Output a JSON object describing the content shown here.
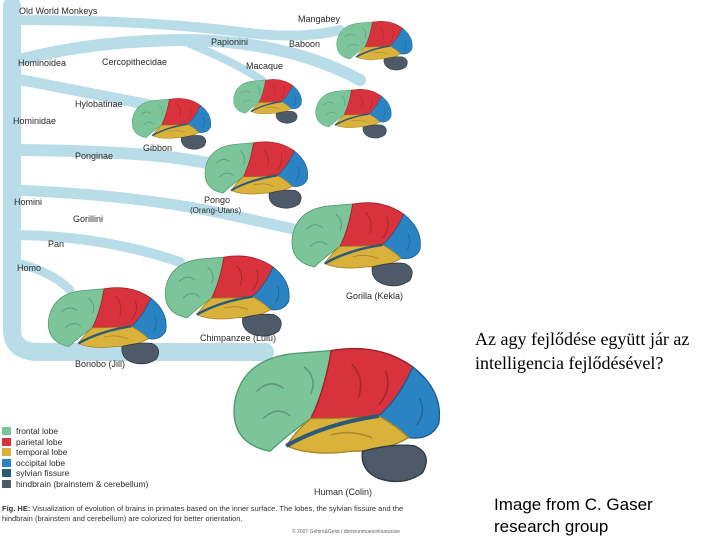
{
  "taxa": {
    "old_world_monkeys": "Old World Monkeys",
    "hominoidea": "Hominoidea",
    "cercopithecidae": "Cercopithecidae",
    "papionini": "Papionini",
    "mangabey": "Mangabey",
    "baboon": "Baboon",
    "macaque": "Macaque",
    "hylobatinae": "Hylobatinae",
    "gibbon": "Gibbon",
    "hominidae": "Hominidae",
    "ponginae": "Ponginae",
    "pongo": "Pongo",
    "orang_utans": "(Orang-Utans)",
    "homini": "Homini",
    "gorillini": "Gorillini",
    "pan": "Pan",
    "homo": "Homo",
    "gorilla": "Gorilla (Kekla)",
    "chimpanzee": "Chimpanzee (Lulu)",
    "bonobo": "Bonobo (Jill)",
    "human": "Human (Colin)"
  },
  "legend": [
    {
      "label": "frontal lobe",
      "color": "#7cc49a"
    },
    {
      "label": "parietal lobe",
      "color": "#d8323c"
    },
    {
      "label": "temporal lobe",
      "color": "#d9b13b"
    },
    {
      "label": "occipital lobe",
      "color": "#2a84c4"
    },
    {
      "label": "sylvian fissure",
      "color": "#2b5a78"
    },
    {
      "label": "hindbrain (brainstem & cerebellum)",
      "color": "#4e5a68"
    }
  ],
  "colors": {
    "tree": "#b9dde8",
    "frontal": "#7cc49a",
    "parietal": "#d8323c",
    "temporal": "#d9b13b",
    "occipital": "#2a84c4",
    "hindbrain": "#4e5a68"
  },
  "caption": {
    "lead": "Fig. HE:",
    "text": " Visualization of evolution of brains in primates based on the inner surface. The lobes, the sylvian fissure and the hindbrain (brainstem and cerebellum) are colorized for better orientation."
  },
  "copyright": "© 2007 Gehirn&Geist / dbmnunmueninkiunssisie",
  "question": "Az agy fejlődése együtt jár az intelligencia fejlődésével?",
  "credit": "Image from C. Gaser research group"
}
